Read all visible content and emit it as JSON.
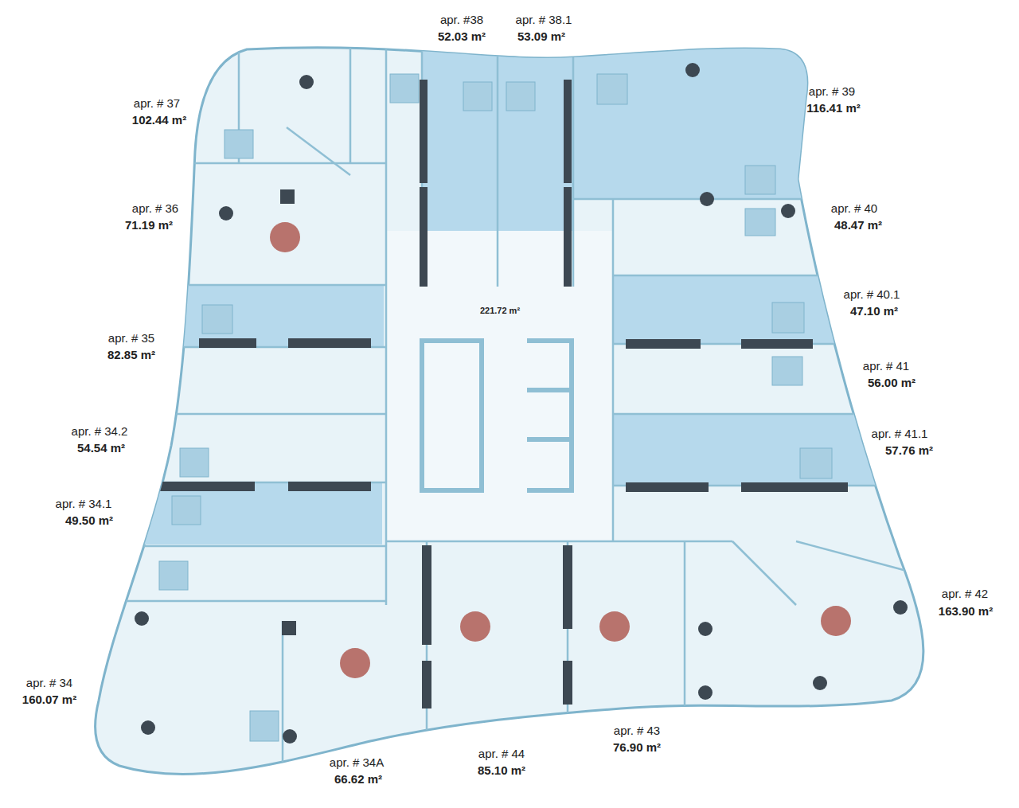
{
  "diagram": {
    "labels": [
      "apr. #38",
      "52.03 m²",
      "apr. # 38.1",
      "53.09 m²",
      "apr. # 37",
      "102.44 m²",
      "apr. # 39",
      "116.41 m²",
      "apr. # 36",
      "71.19 m²",
      "apr. # 40",
      "48.47 m²",
      "apr. # 40.1",
      "47.10 m²",
      "221.72 m²",
      "apr. # 35",
      "82.85 m²",
      "apr. # 41",
      "56.00 m²",
      "apr. # 34.2",
      "54.54 m²",
      "apr. # 41.1",
      "57.76 m²",
      "apr. # 34.1",
      "49.50 m²",
      "apr. # 42",
      "163.90 m²",
      "apr. # 34",
      "160.07 m²",
      "apr. # 43",
      "76.90 m²",
      "apr. # 44",
      "85.10 m²",
      "apr. # 34A",
      "66.62 m²"
    ]
  }
}
